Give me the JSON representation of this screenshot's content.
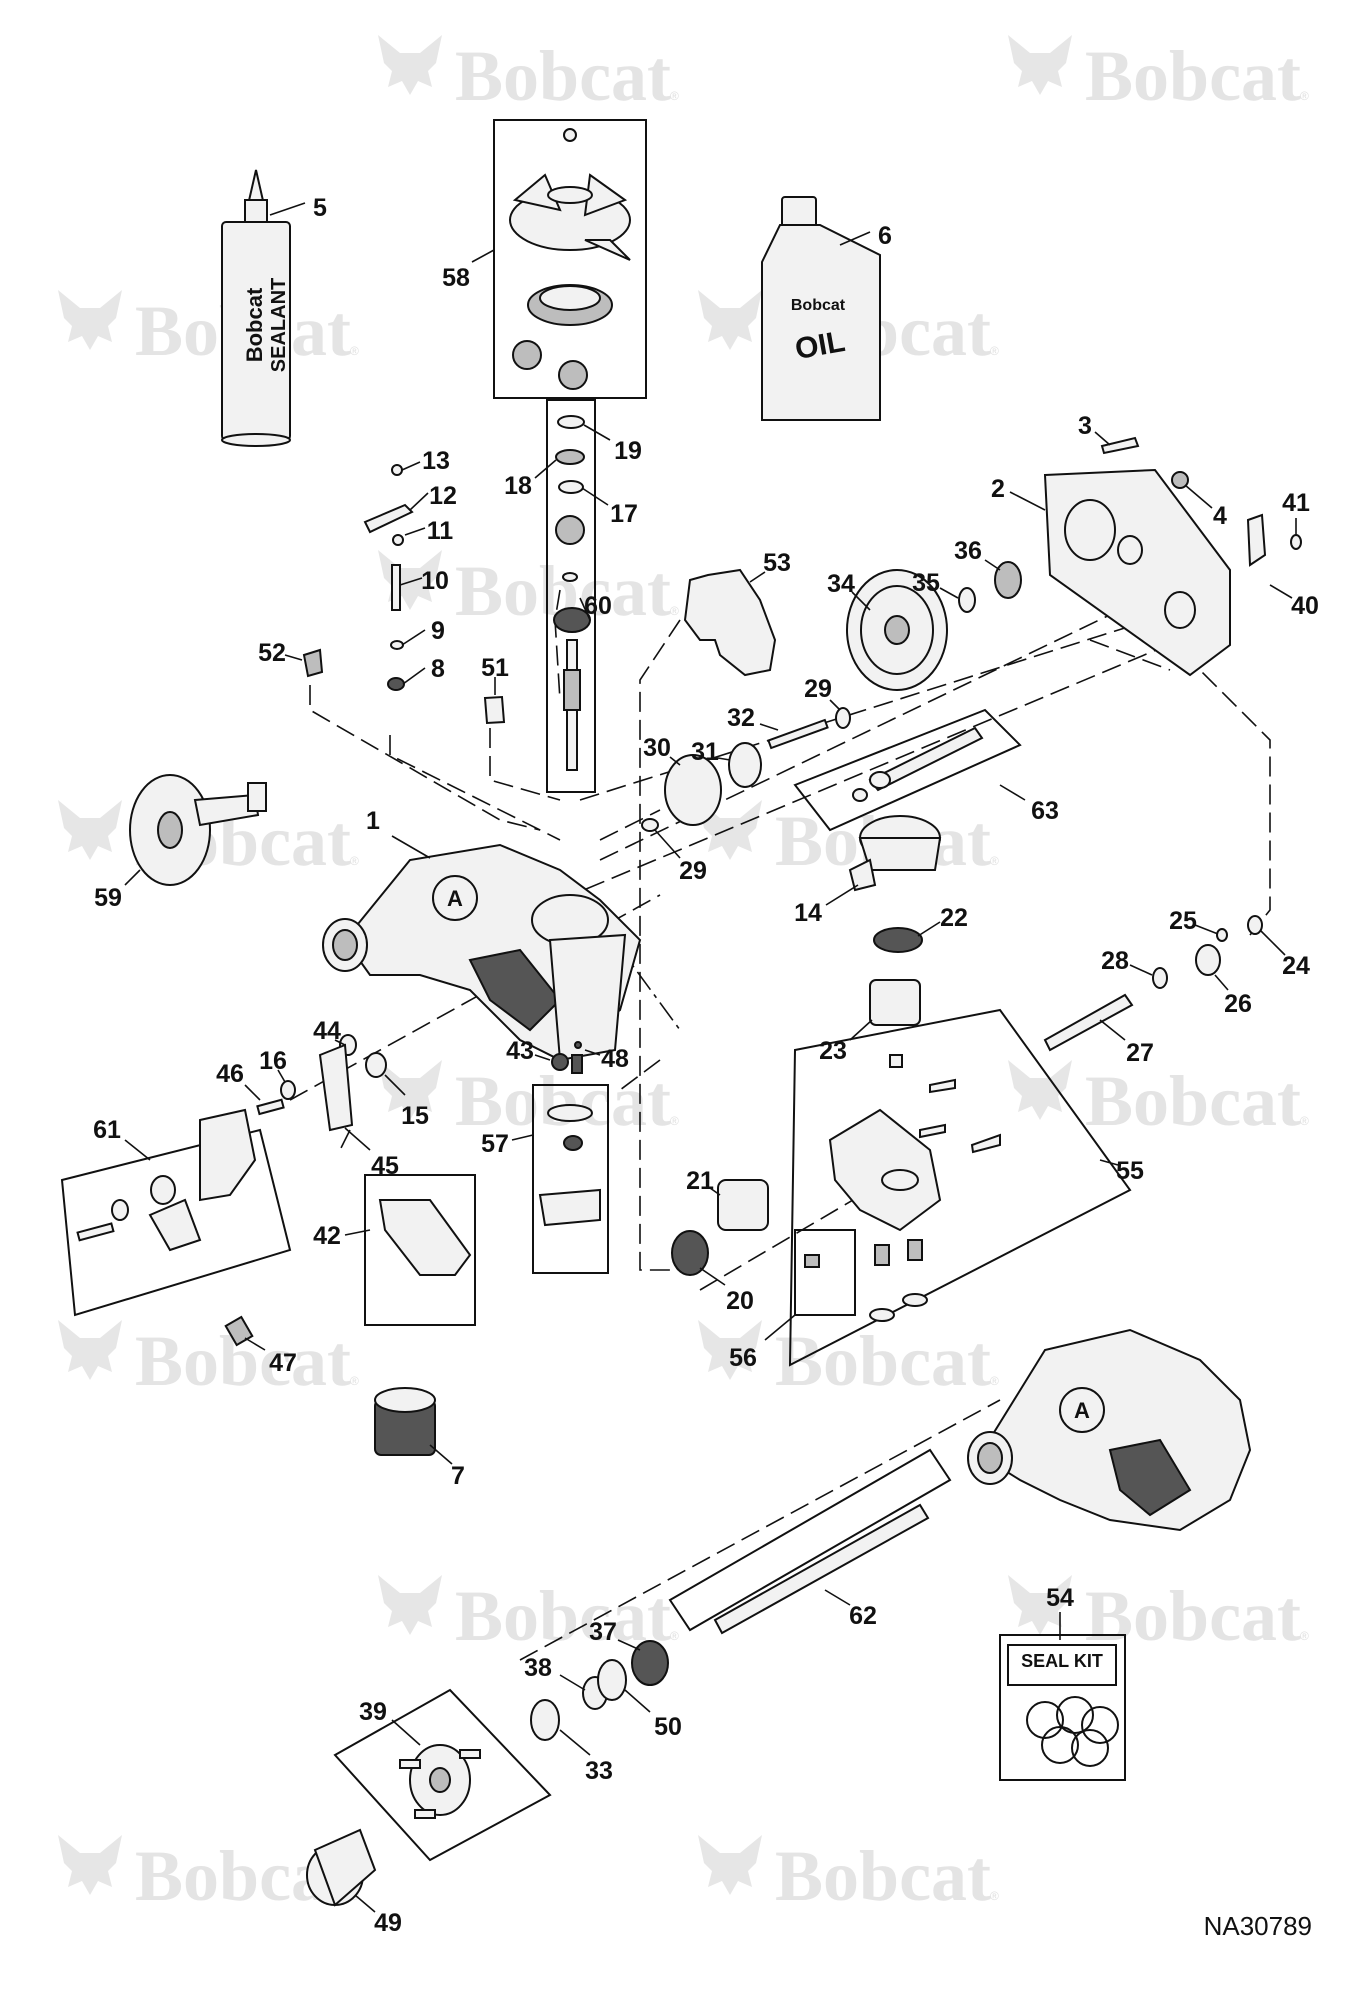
{
  "diagram": {
    "figure_id": "NA30789",
    "watermark": {
      "brand": "Bobcat",
      "mark": "®"
    },
    "product_labels": {
      "sealant_brand": "Bobcat",
      "sealant_text": "SEALANT",
      "oil_brand": "Bobcat",
      "oil_text": "OIL",
      "seal_kit": "SEAL KIT",
      "housing_mark": "A"
    },
    "callouts": [
      "1",
      "2",
      "3",
      "4",
      "5",
      "6",
      "7",
      "8",
      "9",
      "10",
      "11",
      "12",
      "13",
      "14",
      "15",
      "16",
      "17",
      "18",
      "19",
      "20",
      "21",
      "22",
      "23",
      "24",
      "25",
      "26",
      "27",
      "28",
      "29",
      "29",
      "30",
      "31",
      "32",
      "33",
      "34",
      "35",
      "36",
      "37",
      "38",
      "39",
      "40",
      "41",
      "42",
      "43",
      "44",
      "45",
      "46",
      "47",
      "48",
      "49",
      "50",
      "51",
      "52",
      "53",
      "54",
      "55",
      "56",
      "57",
      "58",
      "59",
      "60",
      "61",
      "62",
      "63"
    ]
  }
}
